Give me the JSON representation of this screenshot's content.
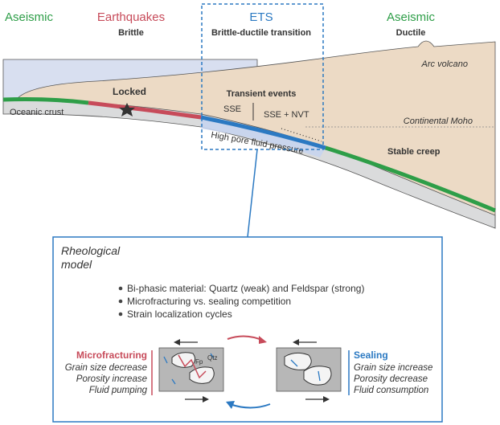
{
  "zones": {
    "aseismic_left": "Aseismic",
    "earthquakes": "Earthquakes",
    "brittle": "Brittle",
    "ets": "ETS",
    "brittle_ductile": "Brittle-ductile transition",
    "aseismic_right": "Aseismic",
    "ductile": "Ductile"
  },
  "cross_section": {
    "arc_volcano": "Arc volcano",
    "locked": "Locked",
    "oceanic_crust": "Oceanic crust",
    "transient_events": "Transient events",
    "sse": "SSE",
    "sse_nvt": "SSE + NVT",
    "continental_moho": "Continental Moho",
    "high_pore_fluid": "High pore fluid pressure",
    "stable_creep": "Stable creep"
  },
  "model": {
    "title_line1": "Rheological",
    "title_line2": "model",
    "bullets": [
      "Bi-phasic material: Quartz (weak) and Feldspar (strong)",
      "Microfracturing vs. sealing competition",
      "Strain localization cycles"
    ],
    "microfracturing": {
      "title": "Microfracturing",
      "lines": [
        "Grain size decrease",
        "Porosity increase",
        "Fluid pumping"
      ]
    },
    "sealing": {
      "title": "Sealing",
      "lines": [
        "Grain size increase",
        "Porosity decrease",
        "Fluid consumption"
      ]
    },
    "fp_label": "Fp",
    "qtz_label": "Qtz"
  },
  "colors": {
    "green": "#2e9e48",
    "red": "#c74b5a",
    "blue": "#2b79c2",
    "crust": "#ecdac5",
    "mantle_wedge": "#d8dff0",
    "slab": "#dadbdc"
  }
}
